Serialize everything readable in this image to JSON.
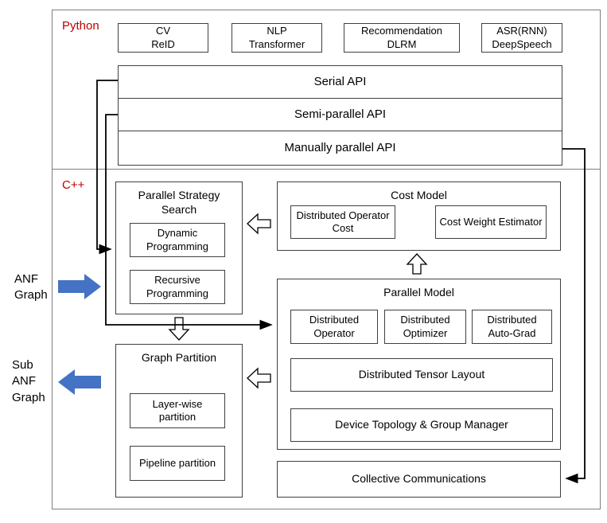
{
  "python": {
    "label": "Python",
    "apps": [
      {
        "line1": "CV",
        "line2": "ReID"
      },
      {
        "line1": "NLP",
        "line2": "Transformer"
      },
      {
        "line1": "Recommendation",
        "line2": "DLRM"
      },
      {
        "line1": "ASR(RNN)",
        "line2": "DeepSpeech"
      }
    ],
    "apis": [
      {
        "label": "Serial API"
      },
      {
        "label": "Semi-parallel API"
      },
      {
        "label": "Manually parallel API"
      }
    ]
  },
  "cpp": {
    "label": "C++",
    "strategy_search": {
      "title": "Parallel Strategy Search",
      "items": [
        {
          "label": "Dynamic Programming"
        },
        {
          "label": "Recursive Programming"
        }
      ]
    },
    "cost_model": {
      "title": "Cost Model",
      "items": [
        {
          "label": "Distributed Operator Cost"
        },
        {
          "label": "Cost Weight Estimator"
        }
      ]
    },
    "parallel_model": {
      "title": "Parallel Model",
      "row_items": [
        {
          "label": "Distributed Operator"
        },
        {
          "label": "Distributed Optimizer"
        },
        {
          "label": "Distributed Auto-Grad"
        }
      ],
      "wide_items": [
        {
          "label": "Distributed Tensor Layout"
        },
        {
          "label": "Device Topology & Group Manager"
        }
      ]
    },
    "graph_partition": {
      "title": "Graph Partition",
      "items": [
        {
          "label": "Layer-wise partition"
        },
        {
          "label": "Pipeline partition"
        }
      ]
    },
    "collective": {
      "label": "Collective Communications"
    }
  },
  "side_labels": {
    "anf_graph": {
      "line1": "ANF",
      "line2": "Graph"
    },
    "sub_anf_graph": {
      "line1": "Sub",
      "line2": "ANF",
      "line3": "Graph"
    }
  },
  "colors": {
    "accent_red": "#c00000",
    "arrow_blue": "#4472c4",
    "border_dark": "#404040",
    "border_outer": "#7f7f7f"
  }
}
